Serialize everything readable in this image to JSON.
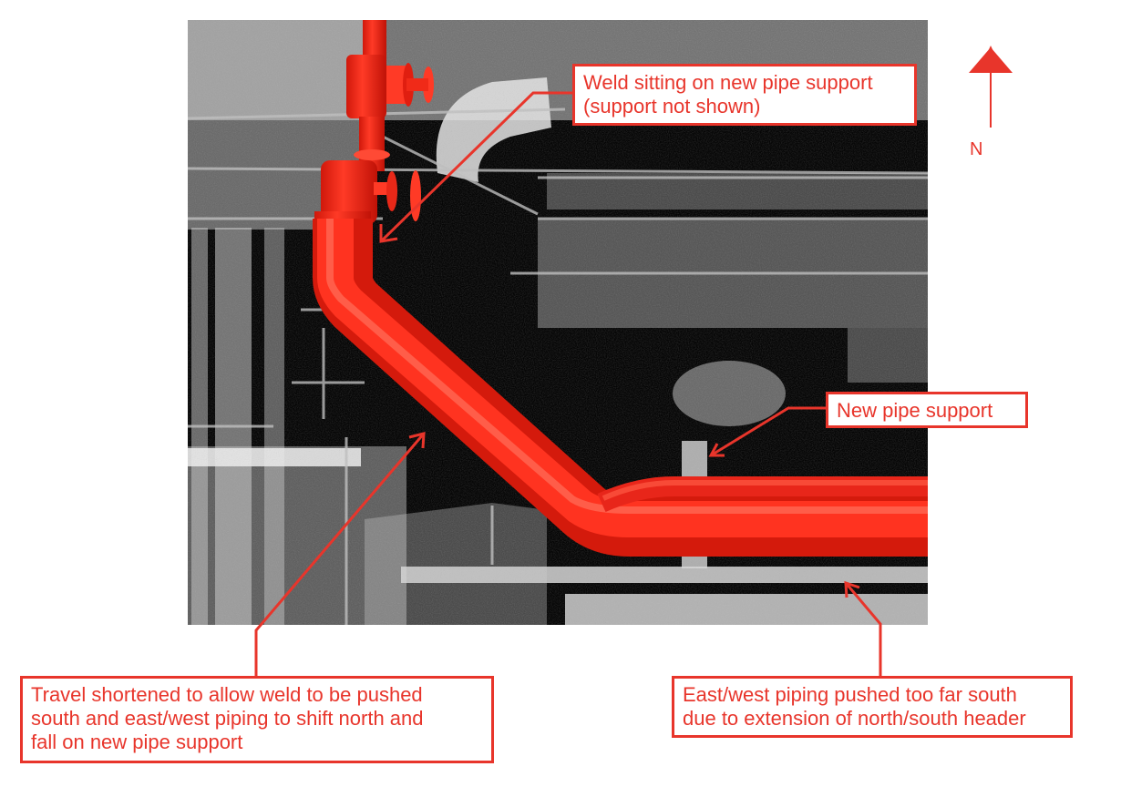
{
  "colors": {
    "accent": "#e8352b",
    "pipe": "#ff2a1a",
    "scan_background": "#050505",
    "scan_points": "#d9d9d9"
  },
  "compass": {
    "label": "N",
    "icon": "north-arrow-icon"
  },
  "callouts": {
    "weld_support": {
      "lines": [
        "Weld sitting on new pipe support",
        "(support not shown)"
      ]
    },
    "new_support": {
      "lines": [
        "New pipe support"
      ]
    },
    "travel": {
      "lines": [
        "Travel shortened to allow weld to be pushed",
        "south and east/west piping to shift north and",
        "fall on new pipe support"
      ]
    },
    "east_west": {
      "lines": [
        "East/west piping pushed too far south",
        "due to extension of north/south header"
      ]
    }
  }
}
